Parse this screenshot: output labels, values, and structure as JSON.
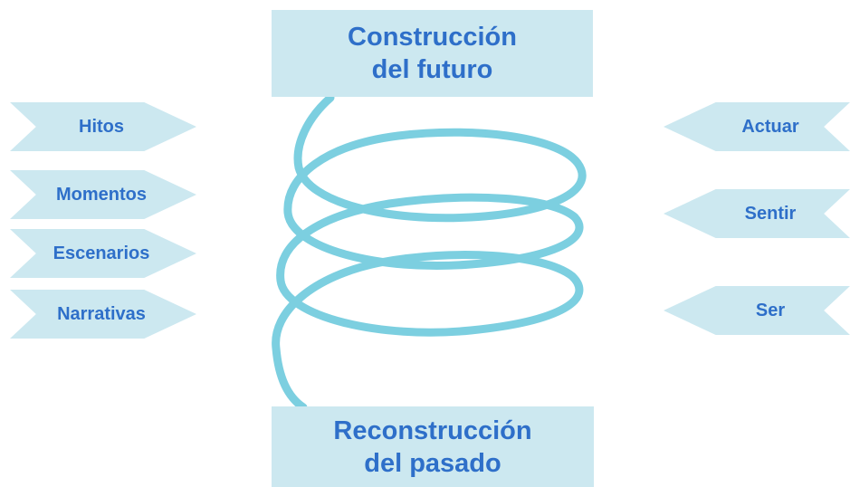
{
  "top_box": {
    "line1": "Construcción",
    "line2": "del futuro"
  },
  "bottom_box": {
    "line1": "Reconstrucción",
    "line2": "del pasado"
  },
  "left_items": [
    "Hitos",
    "Momentos",
    "Escenarios",
    "Narrativas"
  ],
  "right_items": [
    "Actuar",
    "Sentir",
    "Ser"
  ],
  "colors": {
    "box_fill": "#cce8f0",
    "text": "#2e6fc9",
    "spiral": "#7ccfe0"
  }
}
